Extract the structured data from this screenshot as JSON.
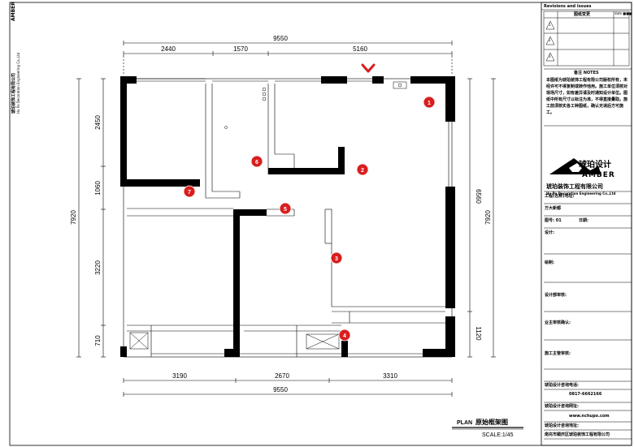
{
  "drawing": {
    "title_en": "PLAN",
    "title_cn": "原始框架图",
    "scale": "SCALE:1/45",
    "side_company_cn": "琥珀装饰工程有限公司",
    "side_company_en": "Hu Po Decoration Engineering Co.,Ltd",
    "side_logo": "AMBER"
  },
  "dimensions": {
    "top_total": "9550",
    "top_segments": [
      "2440",
      "1570",
      "5160"
    ],
    "bottom_segments": [
      "3190",
      "2670",
      "3310"
    ],
    "bottom_total": "9550",
    "left_total": "7920",
    "left_segments": [
      "2450",
      "1060",
      "3220",
      "710"
    ],
    "right_segments": [
      "6560",
      "1120"
    ],
    "right_total": "7920"
  },
  "markers": [
    "1",
    "2",
    "3",
    "4",
    "5",
    "6",
    "7"
  ],
  "title_block": {
    "revisions_label": "Revisions  and  issues",
    "revisions_table_header": "图纸变更",
    "revisions_date_col": "date  ■■■",
    "revision_rows": [
      "1",
      "2",
      "3"
    ],
    "notes_title": "备注  NOTES",
    "notes_text": "本图纸为琥珀装饰工程有限公司版权所有，未经许可不得复制或转作他用。施工单位须核对现场尺寸，如有差异请及时通知设计单位。图纸中所有尺寸以标注为准，不得直接量取。施工前须核实各工种图纸，确认无误后方可施工。",
    "company_cn": "琥珀装饰工程有限公司",
    "company_en": "Hu Po Decoration Engineering Co.,Ltd",
    "logo_cn": "琥珀设计",
    "logo_en": "AMBER",
    "fields": [
      {
        "label": "工程(名称)地址:"
      },
      {
        "label": "万大新都",
        "value": ""
      },
      {
        "label": "图号: 01",
        "value": "日期:"
      },
      {
        "label": "设计:"
      },
      {
        "label": "绘制:"
      },
      {
        "label": "设计部审核:"
      },
      {
        "label": "业主审核确认:"
      },
      {
        "label": "施工主管审核:"
      },
      {
        "label": "琥珀设计咨询电话:"
      },
      {
        "label": "0817-6662166"
      },
      {
        "label": "琥珀设计咨询网址:"
      },
      {
        "label": "www.nchupo.com"
      },
      {
        "label": "琥珀设计咨询地址:"
      },
      {
        "label": "南充市顺庆区琥珀装饰工程有限公司"
      }
    ]
  },
  "colors": {
    "wall": "#000000",
    "marker": "#d91e1e",
    "arrow": "#d91e1e",
    "line": "#000000"
  }
}
